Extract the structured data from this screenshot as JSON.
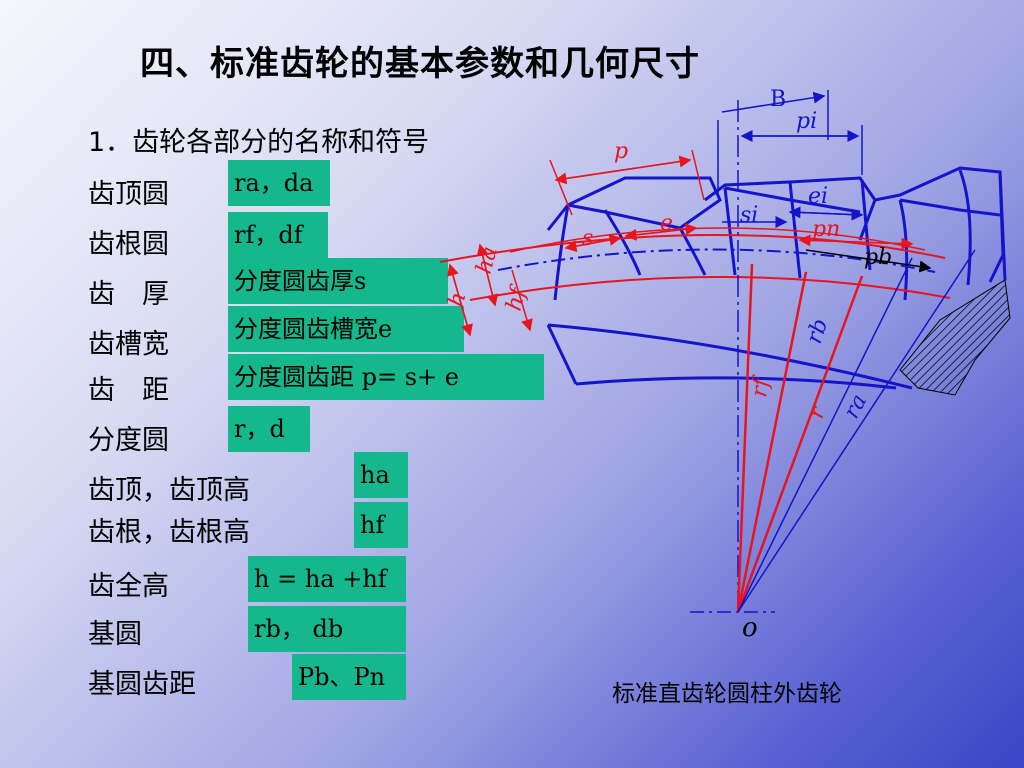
{
  "title": "四、标准齿轮的基本参数和几何尺寸",
  "subtitle": "1．齿轮各部分的名称和符号",
  "rows": [
    {
      "term": "齿顶圆",
      "symbol": "ra，da"
    },
    {
      "term": "齿根圆",
      "symbol": "rf，df"
    },
    {
      "term": "齿　厚",
      "symbol": "分度圆齿厚s"
    },
    {
      "term": "齿槽宽",
      "symbol": "分度圆齿槽宽e"
    },
    {
      "term": "齿　距",
      "symbol": "分度圆齿距 p= s+ e"
    },
    {
      "term": "分度圆",
      "symbol": "r，d"
    },
    {
      "term": "齿顶，齿顶高",
      "symbol": "ha"
    },
    {
      "term": "齿根，齿根高",
      "symbol": "hf"
    },
    {
      "term": "齿全高",
      "symbol": "h = ha +hf"
    },
    {
      "term": "基圆",
      "symbol": "rb， db"
    },
    {
      "term": "基圆齿距",
      "symbol": "Pb、Pn"
    }
  ],
  "diagram": {
    "labels": {
      "B": "B",
      "pi": "pi",
      "p": "p",
      "ei": "ei",
      "si": "si",
      "e": "e",
      "s": "s",
      "pn": "pn",
      "pb": "pb",
      "ha": "ha",
      "hf": "hf",
      "h": "h",
      "rf": "rf",
      "rb": "rb",
      "r": "r",
      "ra": "ra",
      "o": "o"
    }
  },
  "caption": "标准直齿轮圆柱外齿轮",
  "colors": {
    "box": "#14b88c",
    "red": "#e8141e",
    "blue": "#1414c8"
  }
}
